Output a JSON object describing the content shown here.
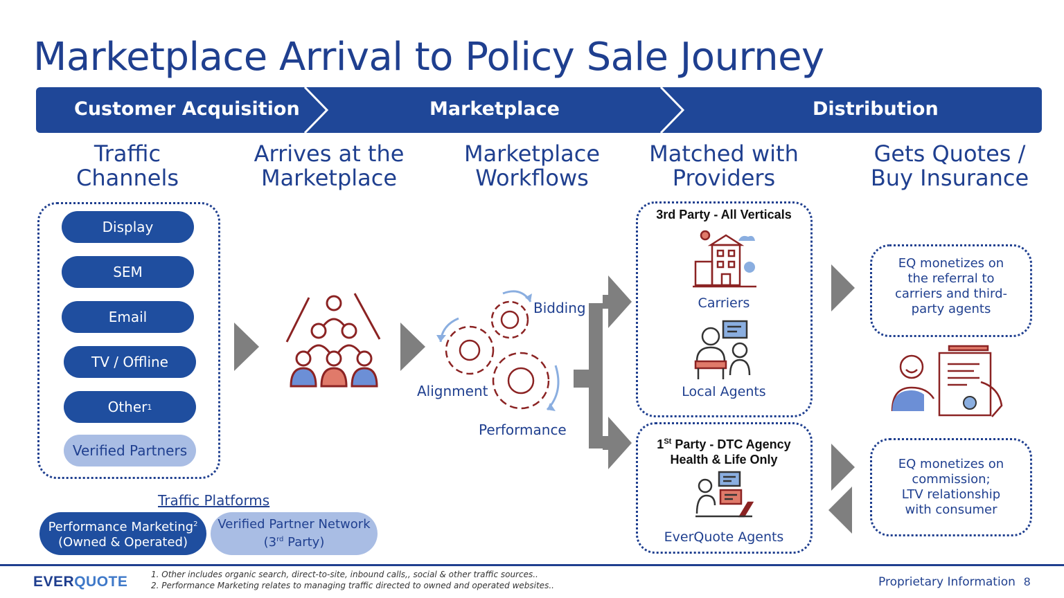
{
  "title": "Marketplace Arrival to Policy Sale Journey",
  "stages": [
    {
      "label": "Customer Acquisition"
    },
    {
      "label": "Marketplace"
    },
    {
      "label": "Distribution"
    }
  ],
  "columns": [
    {
      "l1": "Traffic",
      "l2": "Channels"
    },
    {
      "l1": "Arrives at the",
      "l2": "Marketplace"
    },
    {
      "l1": "Marketplace",
      "l2": "Workflows"
    },
    {
      "l1": "Matched with",
      "l2": "Providers"
    },
    {
      "l1": "Gets Quotes /",
      "l2": "Buy Insurance"
    }
  ],
  "channels": [
    {
      "label": "Display"
    },
    {
      "label": "SEM"
    },
    {
      "label": "Email"
    },
    {
      "label": "TV / Offline"
    },
    {
      "label": "Other",
      "sup": "1"
    },
    {
      "label": "Verified Partners"
    }
  ],
  "traffic_platforms": {
    "heading": "Traffic Platforms",
    "items": [
      {
        "l1": "Performance Marketing",
        "l1_sup": "2",
        "l2": "(Owned & Operated)"
      },
      {
        "l1": "Verified Partner Network",
        "l2_pre": "(3",
        "l2_sup": "rd",
        "l2_post": " Party)"
      }
    ]
  },
  "workflows": {
    "bidding": "Bidding",
    "alignment": "Alignment",
    "performance": "Performance"
  },
  "providers": {
    "third_party": {
      "heading": "3rd Party  - All Verticals",
      "carriers": "Carriers",
      "local_agents": "Local Agents"
    },
    "first_party": {
      "heading_pre": "1",
      "heading_sup": "St",
      "heading_post": " Party - DTC Agency",
      "heading_l2": "Health & Life Only",
      "agents": "EverQuote Agents"
    }
  },
  "monetization": {
    "referral": [
      "EQ monetizes on",
      "the referral to",
      "carriers and third-",
      "party agents"
    ],
    "commission": [
      "EQ monetizes on",
      "commission;",
      "LTV relationship",
      "with consumer"
    ]
  },
  "footer": {
    "logo_a": "EVER",
    "logo_b": "QUOTE",
    "notes": [
      "1.  Other includes organic search, direct-to-site, inbound calls,, social  & other traffic sources..",
      "2.  Performance Marketing relates to managing traffic directed to owned and operated websites.."
    ],
    "proprietary": "Proprietary Information",
    "page": "8"
  },
  "colors": {
    "navy": "#1f3f8f",
    "pill": "#1f4e9f",
    "light_pill": "#a9bde4",
    "arrow_gray": "#7f7f7f",
    "icon_red": "#8b2323"
  }
}
